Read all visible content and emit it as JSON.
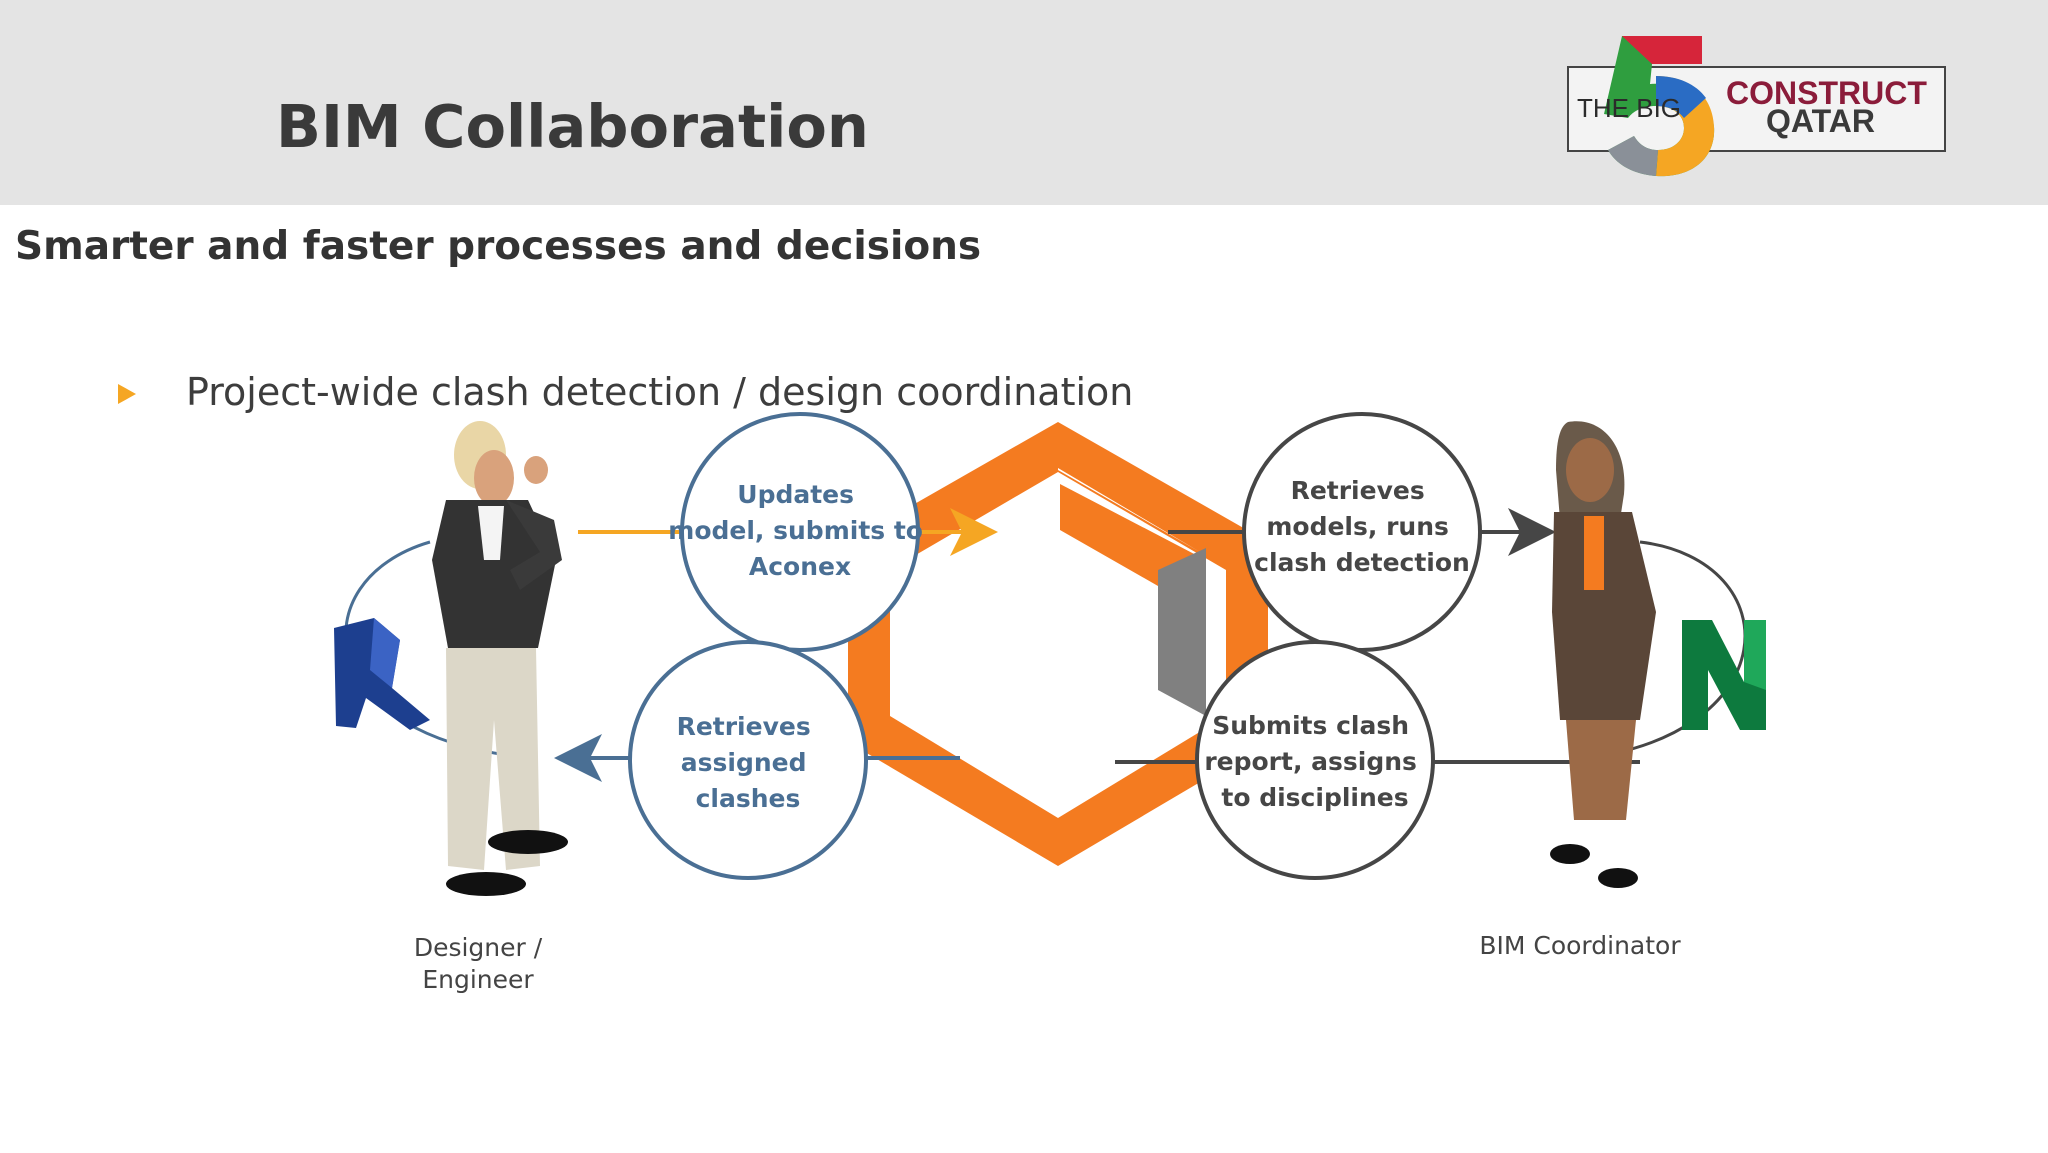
{
  "slide": {
    "title": "BIM Collaboration",
    "subtitle": "Smarter and faster processes and decisions",
    "bullet": "Project-wide clash detection / design coordination"
  },
  "logo": {
    "prefix": "THE BIG",
    "numeral": "5",
    "line1": "CONSTRUCT",
    "line2": "QATAR"
  },
  "diagram": {
    "bubbles": [
      {
        "lines": [
          "Updates",
          "model, submits to",
          "Aconex"
        ],
        "color": "#4a6f94"
      },
      {
        "lines": [
          "Retrieves",
          "models, runs",
          "clash detection"
        ],
        "color": "#464646"
      },
      {
        "lines": [
          "Retrieves",
          "assigned",
          "clashes"
        ],
        "color": "#4a6f94"
      },
      {
        "lines": [
          "Submits clash",
          "report, assigns",
          "to disciplines"
        ],
        "color": "#464646"
      }
    ],
    "roles": {
      "designer_line1": "Designer /",
      "designer_line2": "Engineer",
      "coordinator": "BIM Coordinator"
    },
    "icons": [
      "revit-logo-icon",
      "navisworks-logo-icon",
      "aconex-hexagon-icon"
    ],
    "colors": {
      "accent_orange": "#f47b20",
      "arrow_orange": "#f5a623",
      "designer_blue": "#4a6f94",
      "coordinator_gray": "#464646",
      "revit_blue": "#1d3f8f",
      "navisworks_green": "#0d7a3e"
    }
  }
}
